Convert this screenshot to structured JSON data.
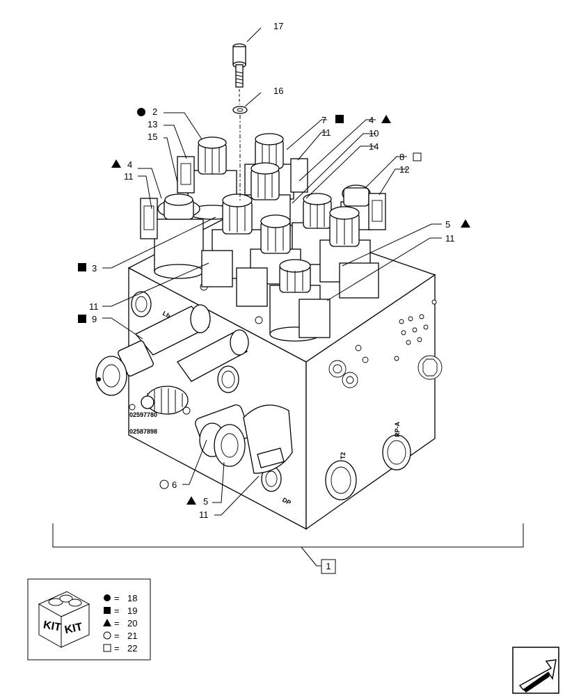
{
  "callouts": {
    "c17": "17",
    "c16": "16",
    "c2": "2",
    "c13": "13",
    "c15": "15",
    "c7": "7",
    "c11a": "11",
    "c4a": "4",
    "c10": "10",
    "c14": "14",
    "c8": "8",
    "c12": "12",
    "c4b": "4",
    "c11b": "11",
    "c5a": "5",
    "c11c": "11",
    "c3": "3",
    "c11d": "11",
    "c9": "9",
    "c6": "6",
    "c5b": "5",
    "c11e": "11",
    "c1": "1"
  },
  "engravings": {
    "num1": "02597780",
    "num2": "02587898",
    "t2": "T2",
    "rp": "RP-A",
    "dp": "DP",
    "lb": "Lb"
  },
  "legend": {
    "kit_word": "KIT",
    "items": [
      {
        "symbol": "filled-circle",
        "eq": "=",
        "value": "18"
      },
      {
        "symbol": "filled-square",
        "eq": "=",
        "value": "19"
      },
      {
        "symbol": "filled-triangle",
        "eq": "=",
        "value": "20"
      },
      {
        "symbol": "open-circle",
        "eq": "=",
        "value": "21"
      },
      {
        "symbol": "open-square",
        "eq": "=",
        "value": "22"
      }
    ]
  }
}
